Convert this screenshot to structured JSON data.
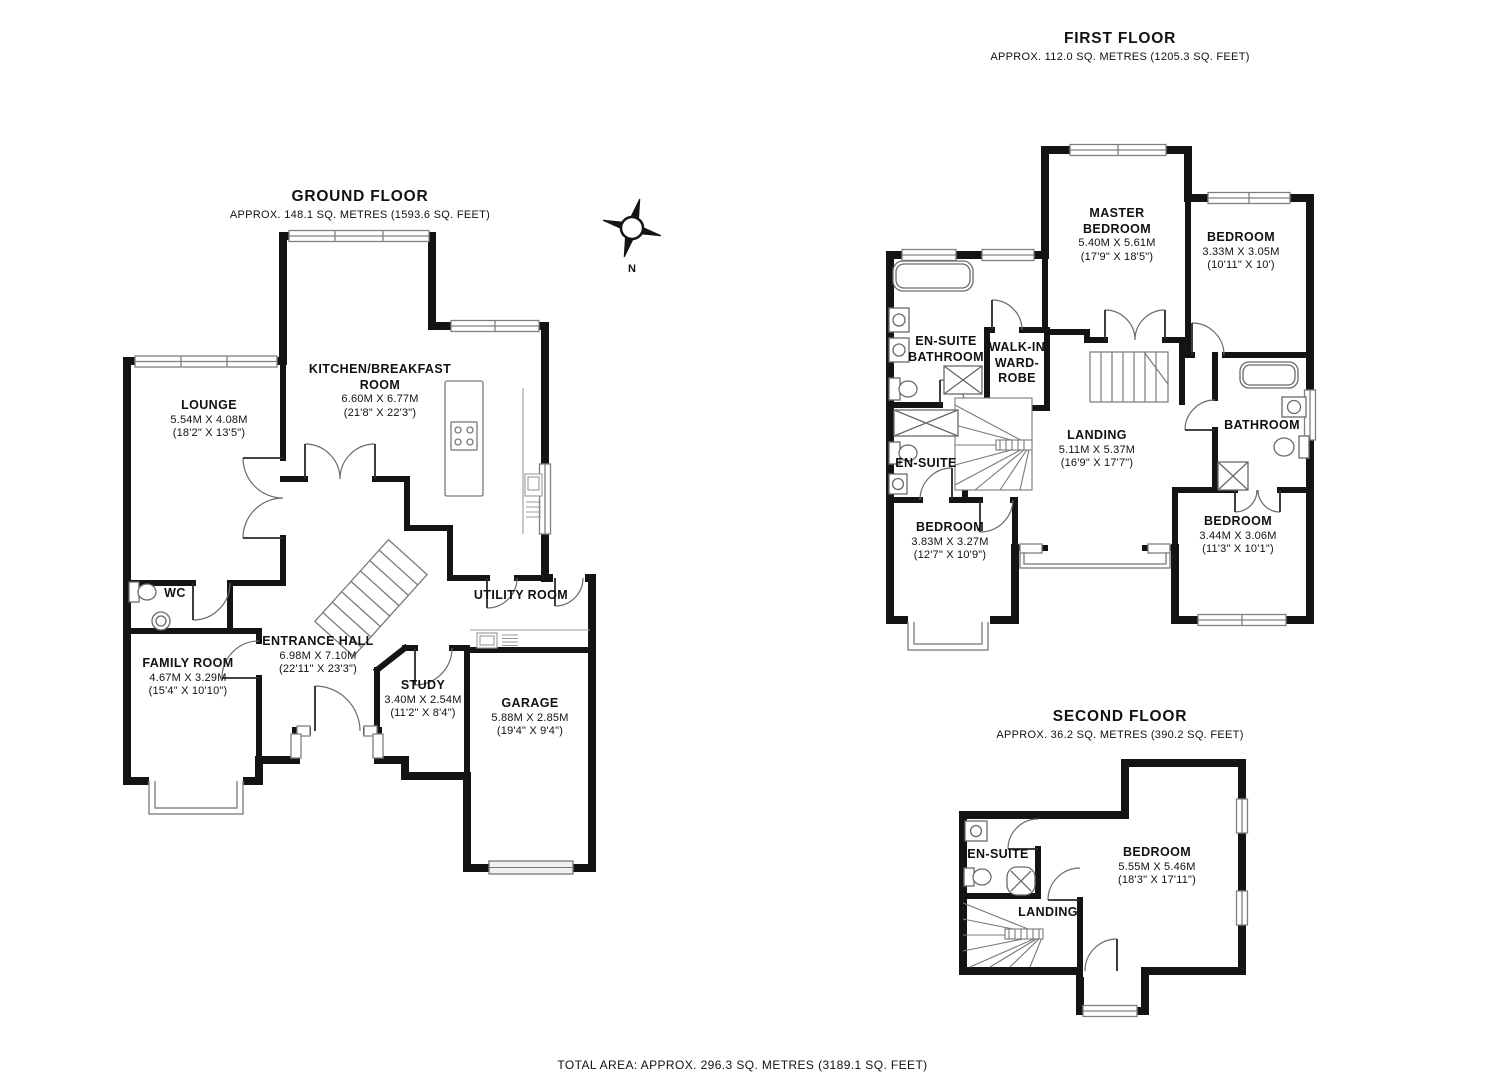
{
  "document": {
    "type": "floorplan",
    "footer_total_area": "TOTAL AREA: APPROX. 296.3 SQ. METRES (3189.1 SQ. FEET)"
  },
  "compass": {
    "north_label": "N"
  },
  "colors": {
    "wall": "#141414",
    "fixture": "#6a6a6a",
    "window_stroke": "#808080",
    "text": "#111111"
  },
  "floors": {
    "ground": {
      "title": "GROUND FLOOR",
      "subtitle": "APPROX. 148.1 SQ. METRES (1593.6 SQ. FEET)",
      "rooms": {
        "lounge": {
          "name": "LOUNGE",
          "dims_m": "5.54M X 4.08M",
          "dims_ft": "(18'2\" X 13'5\")"
        },
        "kitchen": {
          "name": "KITCHEN/BREAKFAST ROOM",
          "dims_m": "6.60M X 6.77M",
          "dims_ft": "(21'8\" X 22'3\")"
        },
        "wc": {
          "name": "WC"
        },
        "family": {
          "name": "FAMILY ROOM",
          "dims_m": "4.67M X 3.29M",
          "dims_ft": "(15'4\" X 10'10\")"
        },
        "entrance": {
          "name": "ENTRANCE HALL",
          "dims_m": "6.98M X 7.10M",
          "dims_ft": "(22'11\" X 23'3\")"
        },
        "study": {
          "name": "STUDY",
          "dims_m": "3.40M X 2.54M",
          "dims_ft": "(11'2\" X 8'4\")"
        },
        "utility": {
          "name": "UTILITY ROOM"
        },
        "garage": {
          "name": "GARAGE",
          "dims_m": "5.88M X 2.85M",
          "dims_ft": "(19'4\" X 9'4\")"
        }
      }
    },
    "first": {
      "title": "FIRST FLOOR",
      "subtitle": "APPROX. 112.0 SQ. METRES (1205.3 SQ. FEET)",
      "rooms": {
        "master": {
          "name": "MASTER BEDROOM",
          "dims_m": "5.40M X 5.61M",
          "dims_ft": "(17'9\" X 18'5\")"
        },
        "bedroom_tr": {
          "name": "BEDROOM",
          "dims_m": "3.33M X 3.05M",
          "dims_ft": "(10'11\" X 10')"
        },
        "ensuite_bath": {
          "name": "EN-SUITE BATHROOM"
        },
        "wardrobe": {
          "name": "WALK-IN WARD-ROBE"
        },
        "landing": {
          "name": "LANDING",
          "dims_m": "5.11M X 5.37M",
          "dims_ft": "(16'9\" X 17'7\")"
        },
        "ensuite": {
          "name": "EN-SUITE"
        },
        "bedroom_bl": {
          "name": "BEDROOM",
          "dims_m": "3.83M X 3.27M",
          "dims_ft": "(12'7\" X 10'9\")"
        },
        "bathroom": {
          "name": "BATHROOM"
        },
        "bedroom_br": {
          "name": "BEDROOM",
          "dims_m": "3.44M X 3.06M",
          "dims_ft": "(11'3\" X 10'1\")"
        }
      }
    },
    "second": {
      "title": "SECOND FLOOR",
      "subtitle": "APPROX. 36.2 SQ. METRES (390.2 SQ. FEET)",
      "rooms": {
        "ensuite": {
          "name": "EN-SUITE"
        },
        "bedroom": {
          "name": "BEDROOM",
          "dims_m": "5.55M X 5.46M",
          "dims_ft": "(18'3\" X 17'11\")"
        },
        "landing": {
          "name": "LANDING"
        }
      }
    }
  }
}
